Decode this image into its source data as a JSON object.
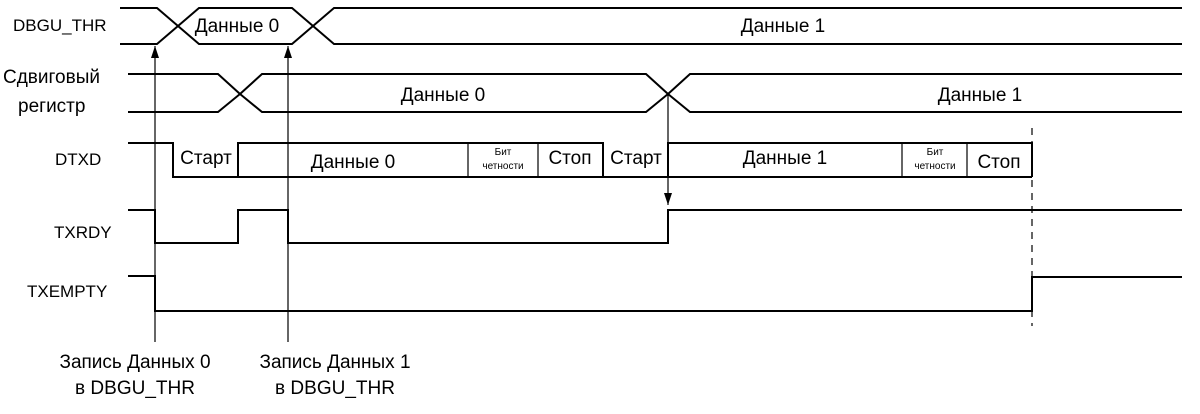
{
  "signals": {
    "dbgu_thr": {
      "label": "DBGU_THR",
      "data0": "Данные 0",
      "data1": "Данные 1"
    },
    "shift_register": {
      "label_line1": "Сдвиговый",
      "label_line2": "регистр",
      "data0": "Данные 0",
      "data1": "Данные 1"
    },
    "dtxd": {
      "label": "DTXD",
      "start": "Старт",
      "data0": "Данные 0",
      "parity_line1": "Бит",
      "parity_line2": "четности",
      "stop": "Стоп",
      "data1": "Данные 1"
    },
    "txrdy": {
      "label": "TXRDY"
    },
    "txempty": {
      "label": "TXEMPTY"
    }
  },
  "annotations": {
    "write0_line1": "Запись Данных 0",
    "write0_line2": "в DBGU_THR",
    "write1_line1": "Запись Данных 1",
    "write1_line2": "в DBGU_THR"
  }
}
